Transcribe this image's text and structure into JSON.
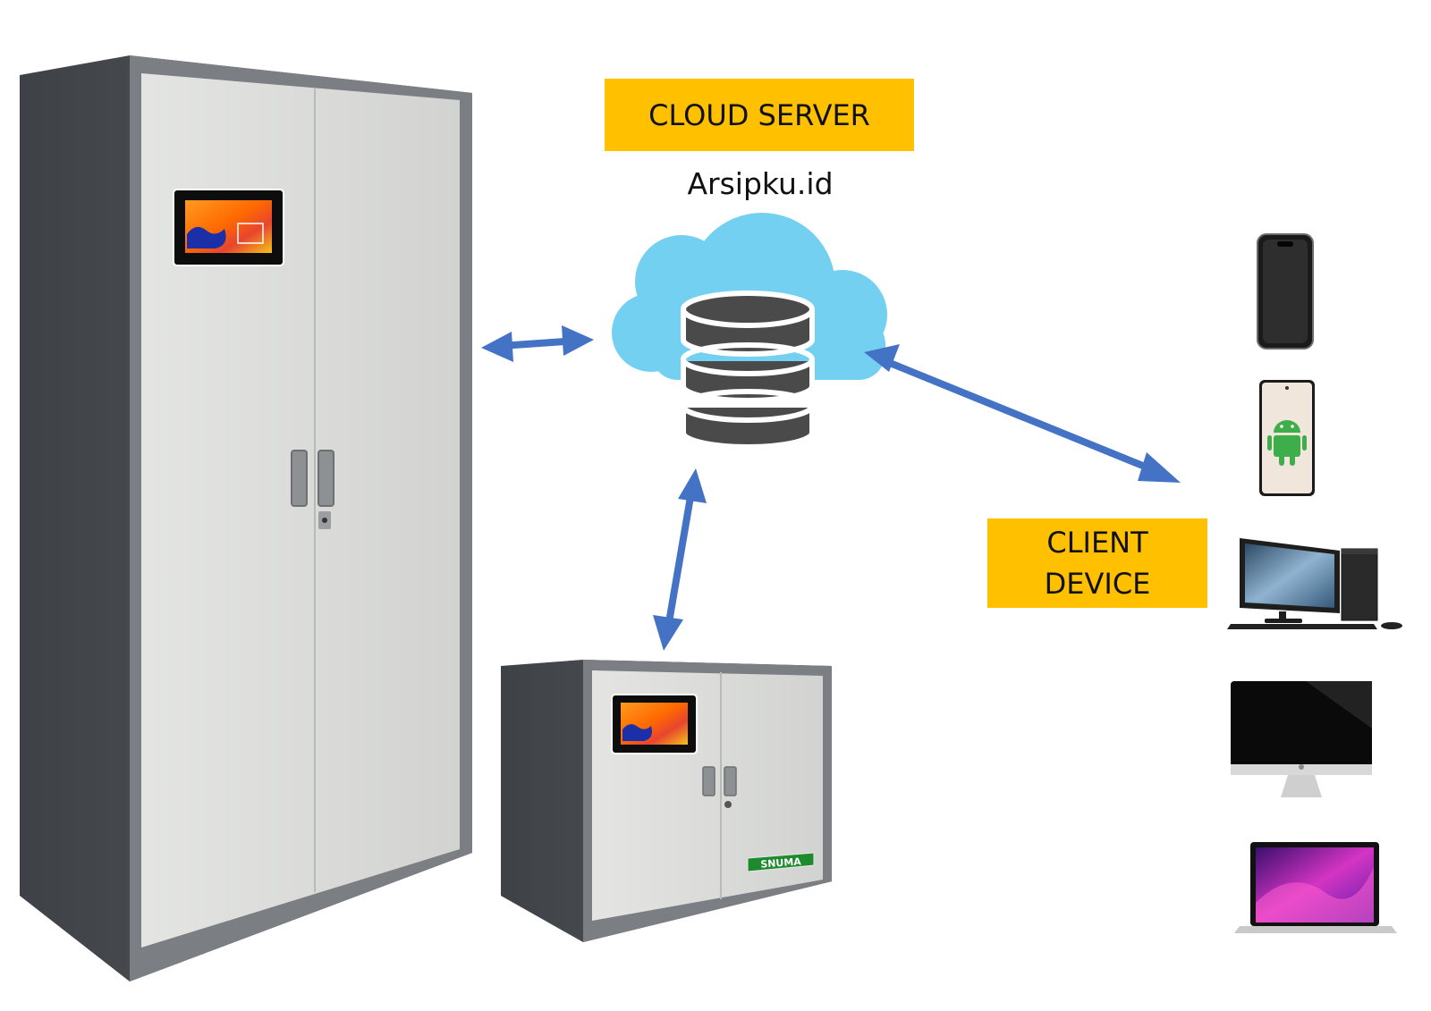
{
  "cloud_server": {
    "label": "CLOUD SERVER",
    "domain": "Arsipku.id"
  },
  "client_device": {
    "label_line1": "CLIENT",
    "label_line2": "DEVICE"
  },
  "small_cabinet": {
    "brand": "SNUMA"
  },
  "colors": {
    "label_fill": "#ffc000",
    "arrow": "#4472c4",
    "cloud": "#74d0f1",
    "database": "#4a4a4a",
    "cabinet_frame": "#55595d",
    "cabinet_door": "#dcdddb",
    "brand_badge": "#1e8a2e"
  },
  "icons": {
    "cloud": "cloud-icon",
    "database": "database-icon",
    "phone": "smartphone-icon",
    "android": "android-logo-icon",
    "desktop": "desktop-pc-icon",
    "imac": "imac-icon",
    "laptop": "laptop-icon"
  }
}
